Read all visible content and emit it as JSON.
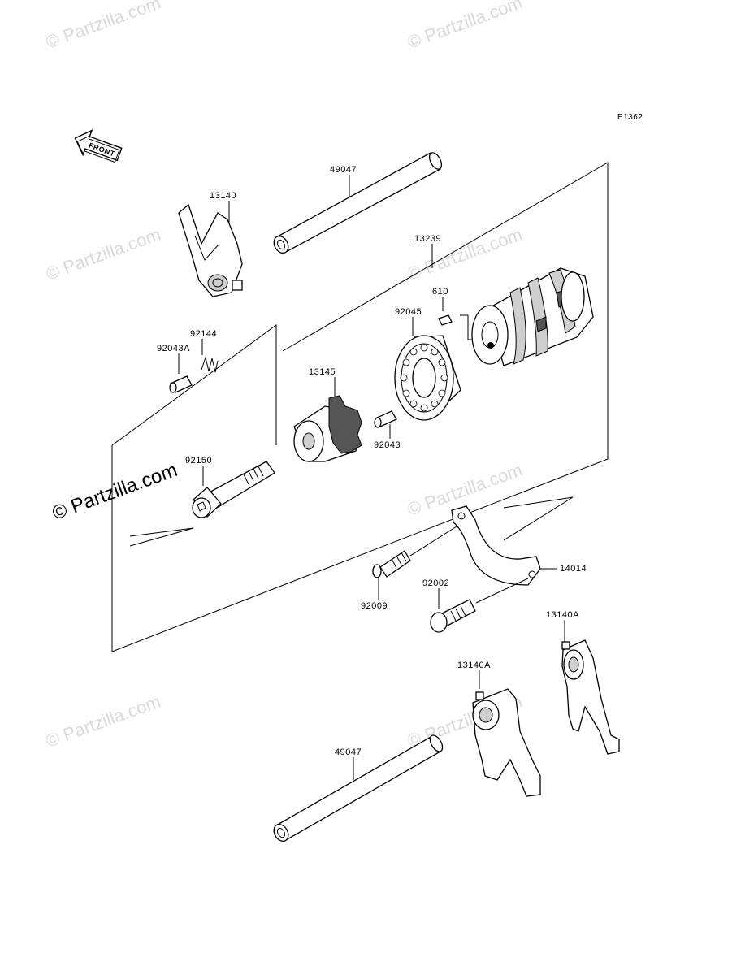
{
  "diagram": {
    "code": "E1362",
    "front_label": "FRONT",
    "watermark": "© Partzilla.com",
    "main_watermark": "© Partzilla.com",
    "parts": {
      "p49047_top": "49047",
      "p13140": "13140",
      "p13239": "13239",
      "p610": "610",
      "p92045": "92045",
      "p92144": "92144",
      "p92043A": "92043A",
      "p13145": "13145",
      "p92043": "92043",
      "p92150": "92150",
      "p14014": "14014",
      "p92009": "92009",
      "p92002": "92002",
      "p13140A_right": "13140A",
      "p13140A_left": "13140A",
      "p49047_bottom": "49047"
    }
  }
}
